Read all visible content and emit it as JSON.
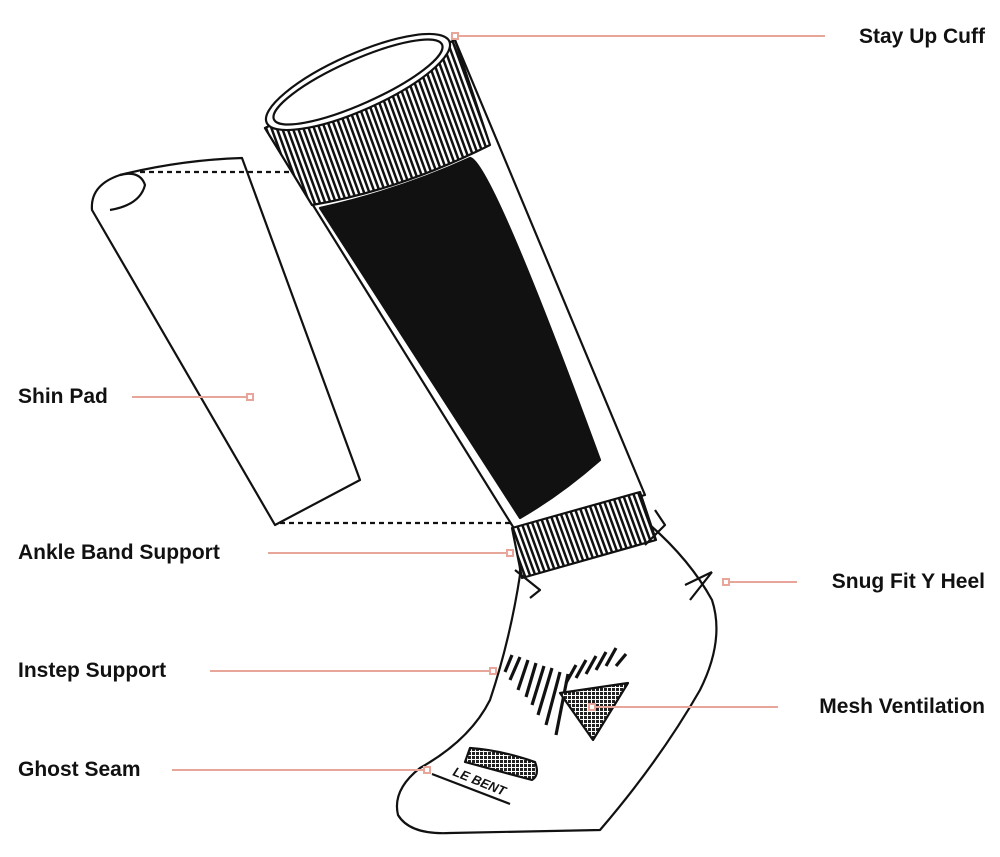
{
  "diagram": {
    "brand_mark": "LE BENT",
    "leader_color": "#e8a59a",
    "labels": {
      "stay_up_cuff": "Stay Up Cuff",
      "shin_pad": "Shin Pad",
      "ankle_band_support": "Ankle Band Support",
      "snug_fit_y_heel": "Snug Fit Y Heel",
      "instep_support": "Instep Support",
      "mesh_ventilation": "Mesh Ventilation",
      "ghost_seam": "Ghost Seam"
    }
  }
}
